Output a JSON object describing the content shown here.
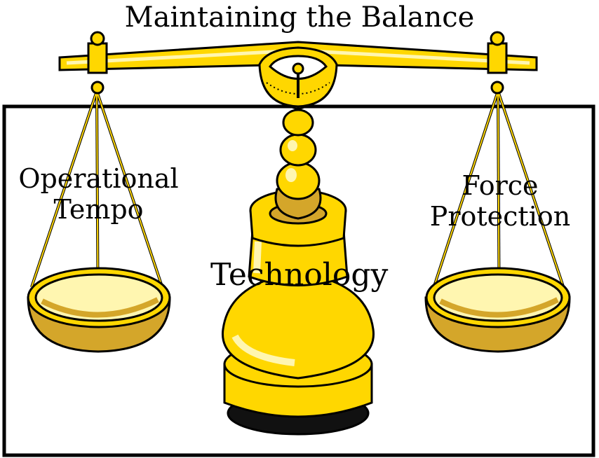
{
  "title": "Maintaining the Balance",
  "left_pan": {
    "line1": "Operational",
    "line2": "Tempo"
  },
  "right_pan": {
    "line1": "Force",
    "line2": "Protection"
  },
  "center": {
    "label": "Technology"
  },
  "colors": {
    "gold": "#ffd700",
    "gold_shadow": "#d4a62a",
    "gold_highlight": "#fff6b0",
    "outline": "#000000"
  },
  "icons": [
    "balance-scale-icon"
  ]
}
